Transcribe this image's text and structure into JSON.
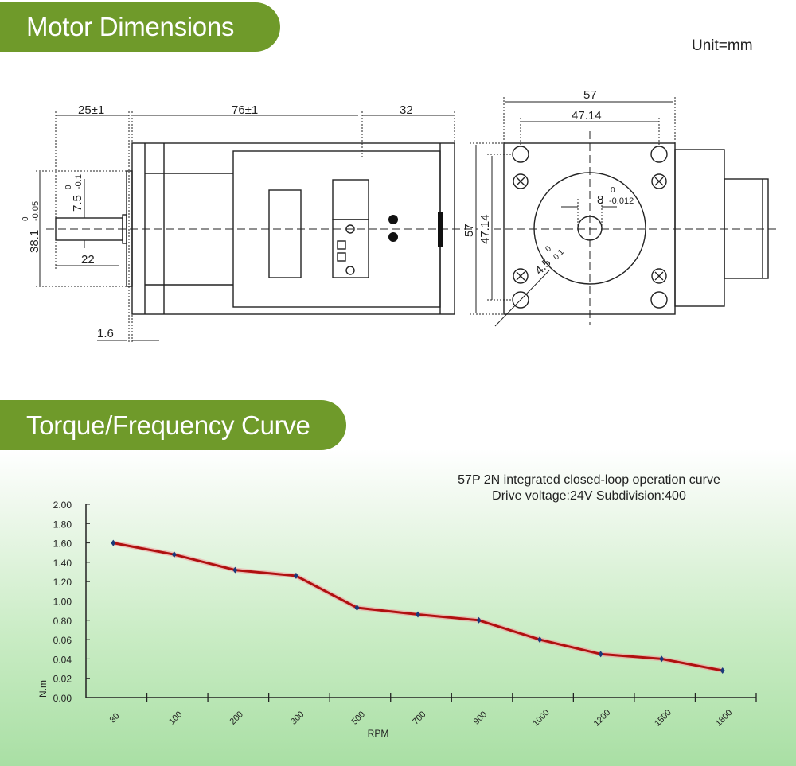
{
  "headers": {
    "dimensions": "Motor Dimensions",
    "curve": "Torque/Frequency Curve"
  },
  "unit": "Unit=mm",
  "dims": {
    "shaft_len": "25±1",
    "body_len": "76±1",
    "driver_len": "32",
    "flange_w": "57",
    "hole_spacing": "47.14",
    "flange_h": "57",
    "hole_spacing_v": "47.14",
    "shaft_d": "8",
    "shaft_d_tol_top": "0",
    "shaft_d_tol_bot": "-0.012",
    "flat": "7.5",
    "flat_tol_top": "0",
    "flat_tol_bot": "-0.1",
    "boss": "38.1",
    "boss_tol_top": "0",
    "boss_tol_bot": "-0.05",
    "flat_len": "22",
    "flange_thk": "1.6",
    "hole": "4.5",
    "hole_tol_top": "0",
    "hole_tol_bot": "0.1"
  },
  "chart_data": {
    "type": "line",
    "title": "57P 2N integrated closed-loop operation curve",
    "subtitle": "Drive voltage:24V Subdivision:400",
    "xlabel": "RPM",
    "ylabel": "N.m",
    "categories": [
      "30",
      "100",
      "200",
      "300",
      "500",
      "700",
      "900",
      "1000",
      "1200",
      "1500",
      "1800"
    ],
    "values": [
      1.6,
      1.48,
      1.32,
      1.26,
      0.93,
      0.86,
      0.8,
      0.6,
      0.45,
      0.4,
      0.28
    ],
    "ytick_labels": [
      "0.00",
      "0.02",
      "0.04",
      "0.06",
      "0.80",
      "1.00",
      "1.20",
      "1.40",
      "1.60",
      "1.80",
      "2.00"
    ],
    "ylim": [
      0,
      2.0
    ],
    "grid": false,
    "colors": {
      "line": "#b01010",
      "marker": "#1a3a7a"
    }
  }
}
